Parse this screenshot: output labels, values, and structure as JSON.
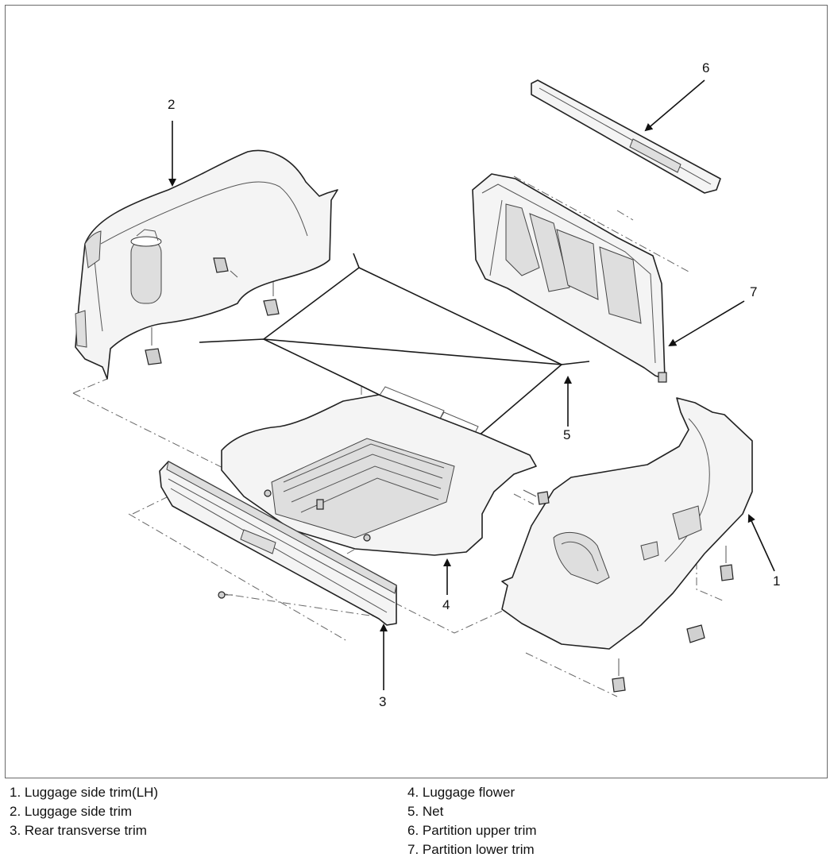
{
  "callouts": [
    {
      "number": "1"
    },
    {
      "number": "2"
    },
    {
      "number": "3"
    },
    {
      "number": "4"
    },
    {
      "number": "5"
    },
    {
      "number": "6"
    },
    {
      "number": "7"
    }
  ],
  "legend": [
    {
      "label": "1. Luggage side trim(LH)"
    },
    {
      "label": "2. Luggage side trim"
    },
    {
      "label": "3. Rear transverse trim"
    },
    {
      "label": "4. Luggage flower"
    },
    {
      "label": "5. Net"
    },
    {
      "label": "6. Partition upper trim"
    },
    {
      "label": "7. Partition lower trim"
    }
  ]
}
